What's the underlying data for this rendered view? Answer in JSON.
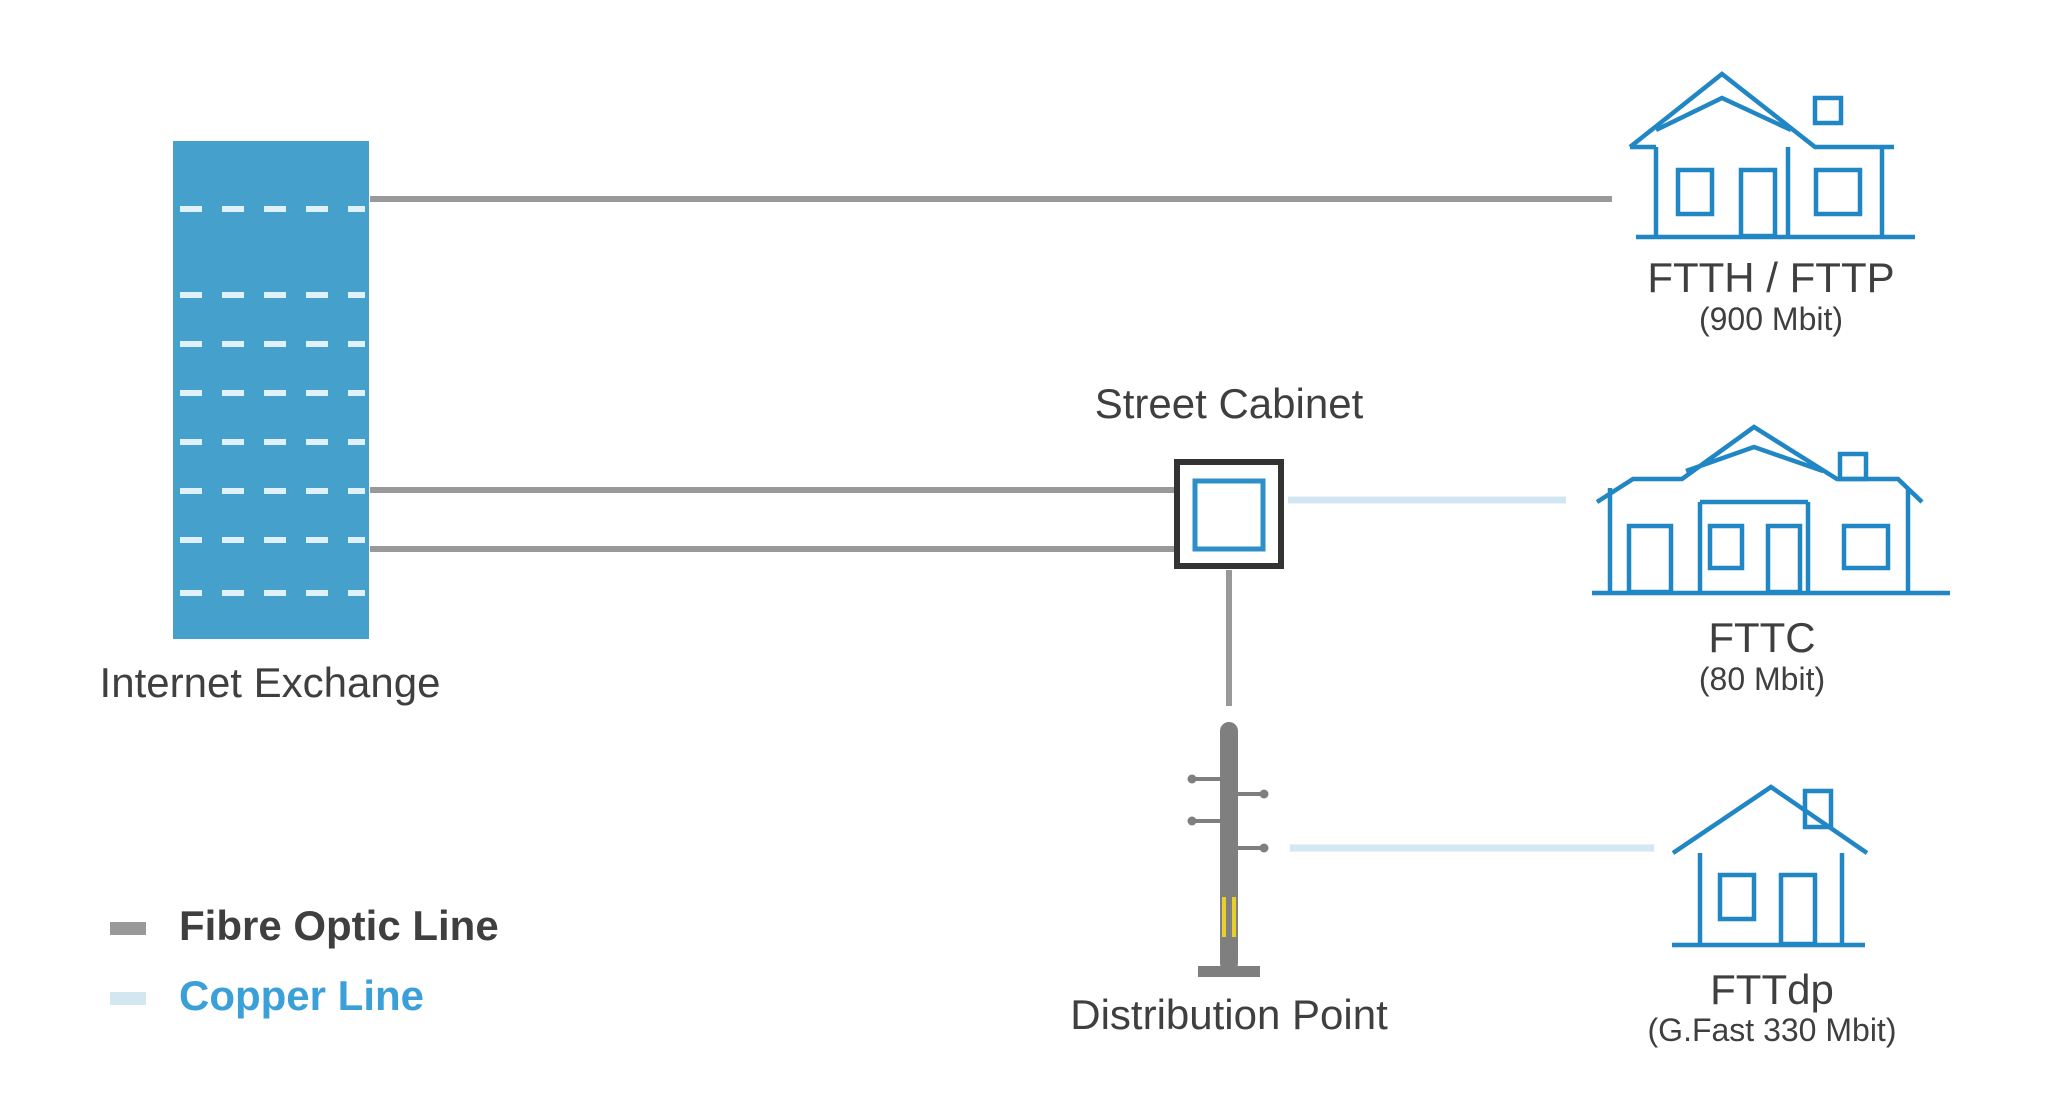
{
  "colors": {
    "fibre": "#999999",
    "copper": "#d3e7f3",
    "exchange": "#45a0cc",
    "house": "#2186c4",
    "cabinet_outer": "#333333",
    "cabinet_inner": "#2d8fc7",
    "pole": "#7f7f7f",
    "pole_band": "#e9cf2c",
    "text": "#3f3f3f",
    "legend_copper_text": "#3b9fd8"
  },
  "nodes": {
    "exchange": {
      "label": "Internet Exchange"
    },
    "cabinet": {
      "label": "Street Cabinet"
    },
    "distribution_point": {
      "label": "Distribution Point"
    }
  },
  "houses": [
    {
      "id": "ftth",
      "label": "FTTH / FTTP",
      "speed": "(900 Mbit)"
    },
    {
      "id": "fttc",
      "label": "FTTC",
      "speed": "(80 Mbit)"
    },
    {
      "id": "fttdp",
      "label": "FTTdp",
      "speed": "(G.Fast 330 Mbit)"
    }
  ],
  "links": [
    {
      "from": "exchange",
      "to": "ftth",
      "type": "fibre"
    },
    {
      "from": "exchange",
      "to": "cabinet",
      "type": "fibre"
    },
    {
      "from": "exchange",
      "to": "cabinet",
      "type": "fibre"
    },
    {
      "from": "cabinet",
      "to": "fttc",
      "type": "copper"
    },
    {
      "from": "cabinet",
      "to": "distribution_point",
      "type": "fibre"
    },
    {
      "from": "distribution_point",
      "to": "fttdp",
      "type": "copper"
    }
  ],
  "legend": [
    {
      "key": "fibre",
      "label": "Fibre Optic Line"
    },
    {
      "key": "copper",
      "label": "Copper Line"
    }
  ]
}
